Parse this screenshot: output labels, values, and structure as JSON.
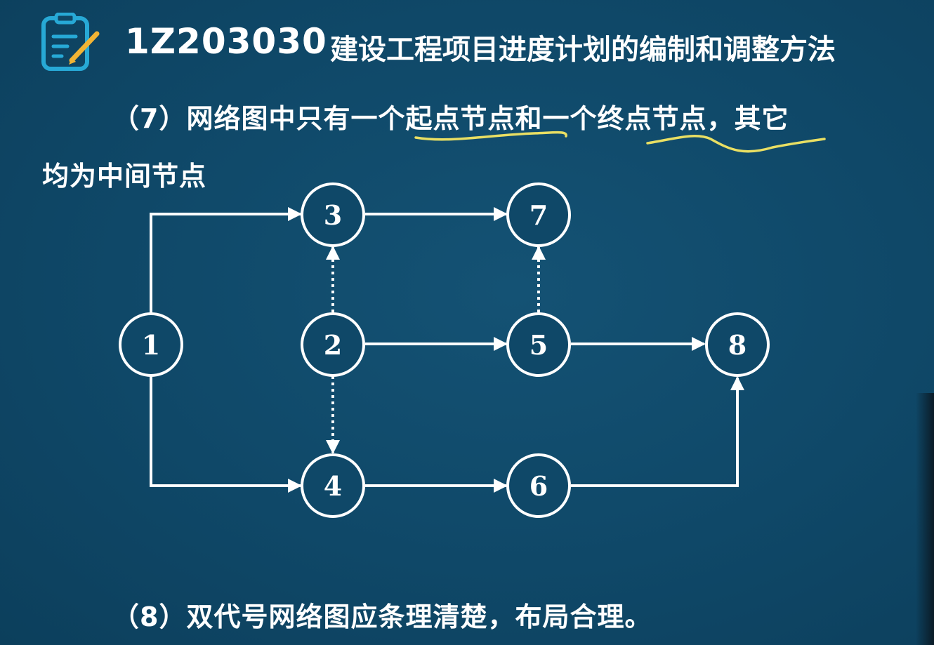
{
  "header": {
    "icon": "clipboard-pencil-icon",
    "code": "1Z203030",
    "title": "建设工程项目进度计划的编制和调整方法"
  },
  "body": {
    "point7_line1": "（7）网络图中只有一个起点节点和一个终点节点，其它",
    "point7_line2": "均为中间节点",
    "point8": "（8）双代号网络图应条理清楚，布局合理。",
    "highlight_color": "#e9df63"
  },
  "diagram": {
    "nodes": [
      {
        "id": "1",
        "label": "1"
      },
      {
        "id": "2",
        "label": "2"
      },
      {
        "id": "3",
        "label": "3"
      },
      {
        "id": "4",
        "label": "4"
      },
      {
        "id": "5",
        "label": "5"
      },
      {
        "id": "6",
        "label": "6"
      },
      {
        "id": "7",
        "label": "7"
      },
      {
        "id": "8",
        "label": "8"
      }
    ],
    "edges": [
      {
        "from": "1",
        "to": "3",
        "type": "real"
      },
      {
        "from": "1",
        "to": "4",
        "type": "real"
      },
      {
        "from": "3",
        "to": "7",
        "type": "real"
      },
      {
        "from": "2",
        "to": "3",
        "type": "dummy"
      },
      {
        "from": "2",
        "to": "5",
        "type": "real"
      },
      {
        "from": "2",
        "to": "4",
        "type": "dummy"
      },
      {
        "from": "5",
        "to": "7",
        "type": "dummy"
      },
      {
        "from": "5",
        "to": "8",
        "type": "real"
      },
      {
        "from": "4",
        "to": "6",
        "type": "real"
      },
      {
        "from": "6",
        "to": "8",
        "type": "real"
      }
    ]
  }
}
